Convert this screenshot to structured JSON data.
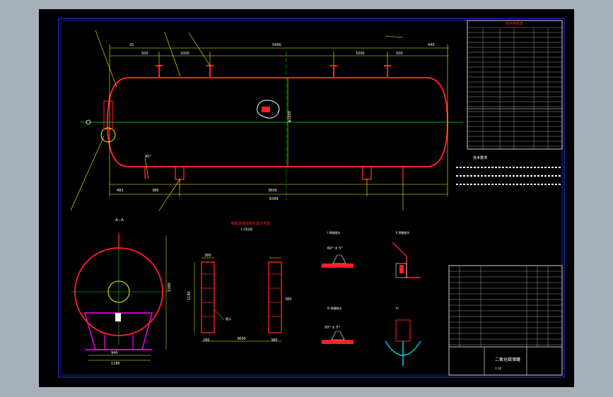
{
  "drawing_title": "二氧化碳储罐",
  "colors": {
    "background_app": "#a7afb9",
    "viewport": "#000000",
    "vessel_outline": "#ff2020",
    "centerline": "#00e000",
    "leader_lines": "#ffff00",
    "frame": "#2b37ff",
    "support": "#ff00ff",
    "annotation": "#ffffff",
    "detail_nozzle": "#00e0ff"
  },
  "dimensions": {
    "overall_top": "5490",
    "left_tangent": "25",
    "right_tangent": "440",
    "nozzle_offset_left_1": "500",
    "nozzle_offset_left_2": "1000",
    "nozzle_offset_right_1": "1000",
    "nozzle_offset_right_2": "500",
    "diameter": "φ1600",
    "left_bottom": "483",
    "saddle_left": "380",
    "saddle_span": "3600",
    "overall_length": "6389",
    "end_view_width": "940",
    "end_view_base": "1180",
    "end_view_height": "2380",
    "plate_top": "380",
    "plate_height": "1180",
    "plate_width": "3600",
    "plate_right": "380",
    "plate_bottom_left": "280",
    "plate_bottom_right": "380",
    "weld_angle_1": "60° ± 5°",
    "weld_angle_2": "50° ± 5°",
    "small_angle": "45°"
  },
  "view_labels": {
    "end_view": "A—A",
    "plate_view": "鞍座底板焊缝布置示意图",
    "plate_view_sub": "1:10比例",
    "detail_1": "I 焊缝接头",
    "detail_2": "II 焊缝接头",
    "detail_3": "III 焊缝接头",
    "detail_4": "IV",
    "label_callout": "图示"
  },
  "tech_requirements_title": "技术要求",
  "spec_table_title": "技术特性表",
  "title_block": {
    "name": "二氧化碳储罐",
    "scale": "1:10"
  }
}
